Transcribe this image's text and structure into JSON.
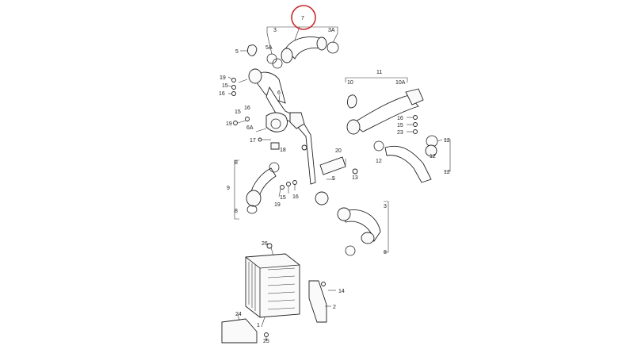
{
  "diagram": {
    "highlight": {
      "label": "7",
      "color": "#cc2a2a"
    },
    "labels": {
      "l7": "7",
      "l3top": "3",
      "l3A": "3A",
      "l5a": "5",
      "l5A": "5A",
      "l19a": "19",
      "l15a": "15",
      "l16a": "16",
      "l6": "6",
      "l15b": "15",
      "l16b": "16",
      "l19b": "19",
      "l6A": "6A",
      "l17": "17",
      "l18": "18",
      "l10": "10",
      "l11": "11",
      "l10A": "10A",
      "l16c": "16",
      "l15c": "15",
      "l23": "23",
      "l12a": "12",
      "l12b": "12",
      "l12c": "12",
      "l12d": "12",
      "l20": "20",
      "l13": "13",
      "l8a": "8",
      "l9": "9",
      "l8b": "8",
      "l15d": "15",
      "l16d": "16",
      "l19c": "19",
      "l5b": "5",
      "l3mid": "3",
      "l8c": "8",
      "l26": "26",
      "l14": "14",
      "l2": "2",
      "l24": "24",
      "l1": "1",
      "l25": "25"
    }
  }
}
